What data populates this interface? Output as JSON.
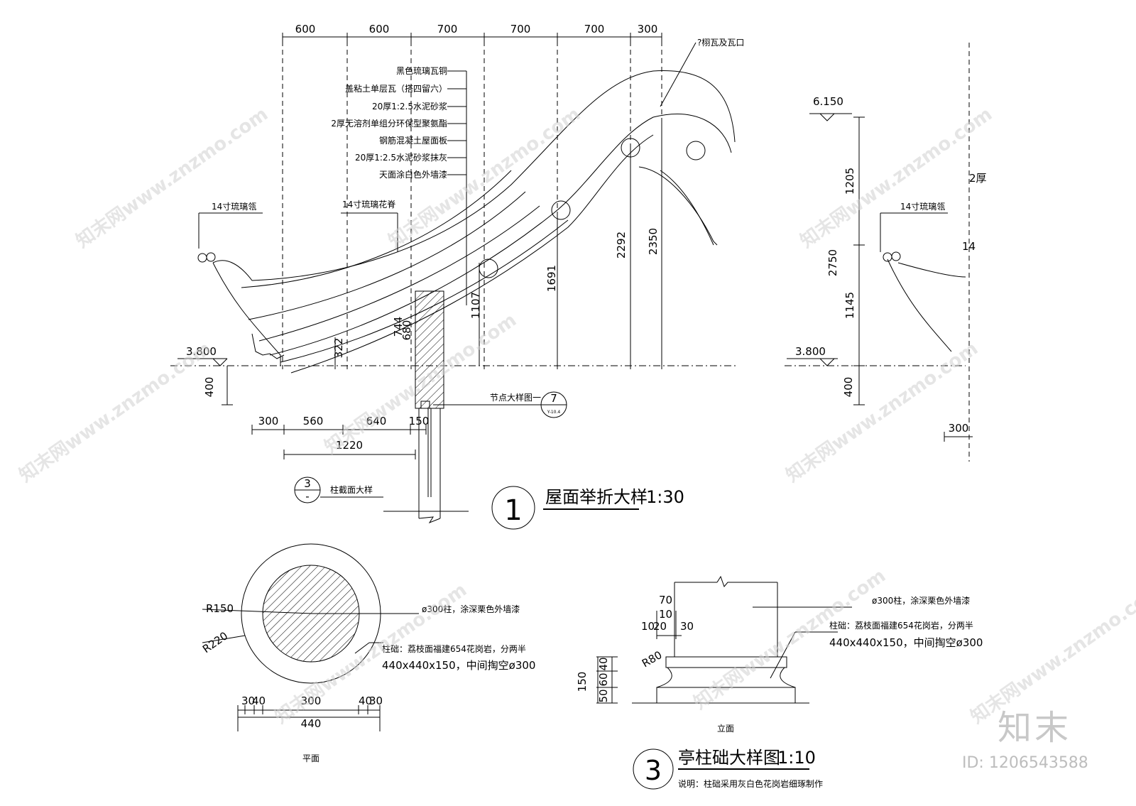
{
  "top_dims": [
    "600",
    "600",
    "700",
    "700",
    "700",
    "300"
  ],
  "callout_top": "?栩瓦及瓦口",
  "layers": [
    "黑色琉璃瓦铜",
    "盖粘土单层瓦（搭四留六）",
    "20厚1:2.5水泥砂浆",
    "2厚无溶剂单组分环保型聚氨酯",
    "钢筋混凝土屋面板",
    "20厚1:2.5水泥砂浆抹灰",
    "天面涂白色外墙漆"
  ],
  "label_14_left": "14寸琉璃瓴",
  "label_14_ridge": "14寸琉璃花脊",
  "label_14_right": "14寸琉璃瓴",
  "elev_3800": "3.800",
  "elev_3800_b": "3.800",
  "elev_6150": "6.150",
  "dim_400": "400",
  "dim_400_b": "400",
  "dim_322": "322",
  "dim_680": "680",
  "dim_744": "744",
  "dim_1107": "1107",
  "dim_1691": "1691",
  "dim_2292": "2292",
  "dim_2350": "2350",
  "right_dims": {
    "d1205": "1205",
    "d2750": "2750",
    "d1145": "1145"
  },
  "bottom_dims": [
    "300",
    "560",
    "640",
    "150"
  ],
  "dim_1220": "1220",
  "dim_300_right": "300",
  "node_detail_label": "节点大样图一",
  "node_detail_num": "7",
  "node_detail_ref": "Y-10.4",
  "column_section_num": "3",
  "column_section_sub": "-",
  "column_section_label": "柱截面大样",
  "right_partial_1": "2厚",
  "right_partial_2": "14",
  "title1_num": "1",
  "title1_text": "屋面举折大样",
  "title1_scale": "1:30",
  "plan": {
    "r150": "R150",
    "r220": "R220",
    "note1": "ø300柱，涂深栗色外墙漆",
    "note2": "柱础：荔枝面福建654花岗岩，分两半",
    "note3": "440x440x150，中间掏空ø300",
    "dims_small": [
      "30",
      "40",
      "300",
      "40",
      "30"
    ],
    "dim_440": "440",
    "label": "平面"
  },
  "elev": {
    "note1": "ø300柱，涂深栗色外墙漆",
    "note2": "柱础：荔枝面福建654花岗岩，分两半",
    "note3": "440x440x150，中间掏空ø300",
    "d70": "70",
    "d10": "10",
    "d10b": "10",
    "d20": "20",
    "d30": "30",
    "r80": "R80",
    "d150": "150",
    "d40": "40",
    "d60": "60",
    "d50": "50",
    "label": "立面"
  },
  "title3_num": "3",
  "title3_text": "亭柱础大样图",
  "title3_scale": "1:10",
  "title3_note": "说明：柱础采用灰白色花岗岩细琢制作",
  "watermark": "知末网www.znzmo.com",
  "logo": "知末",
  "image_id": "ID: 1206543588"
}
